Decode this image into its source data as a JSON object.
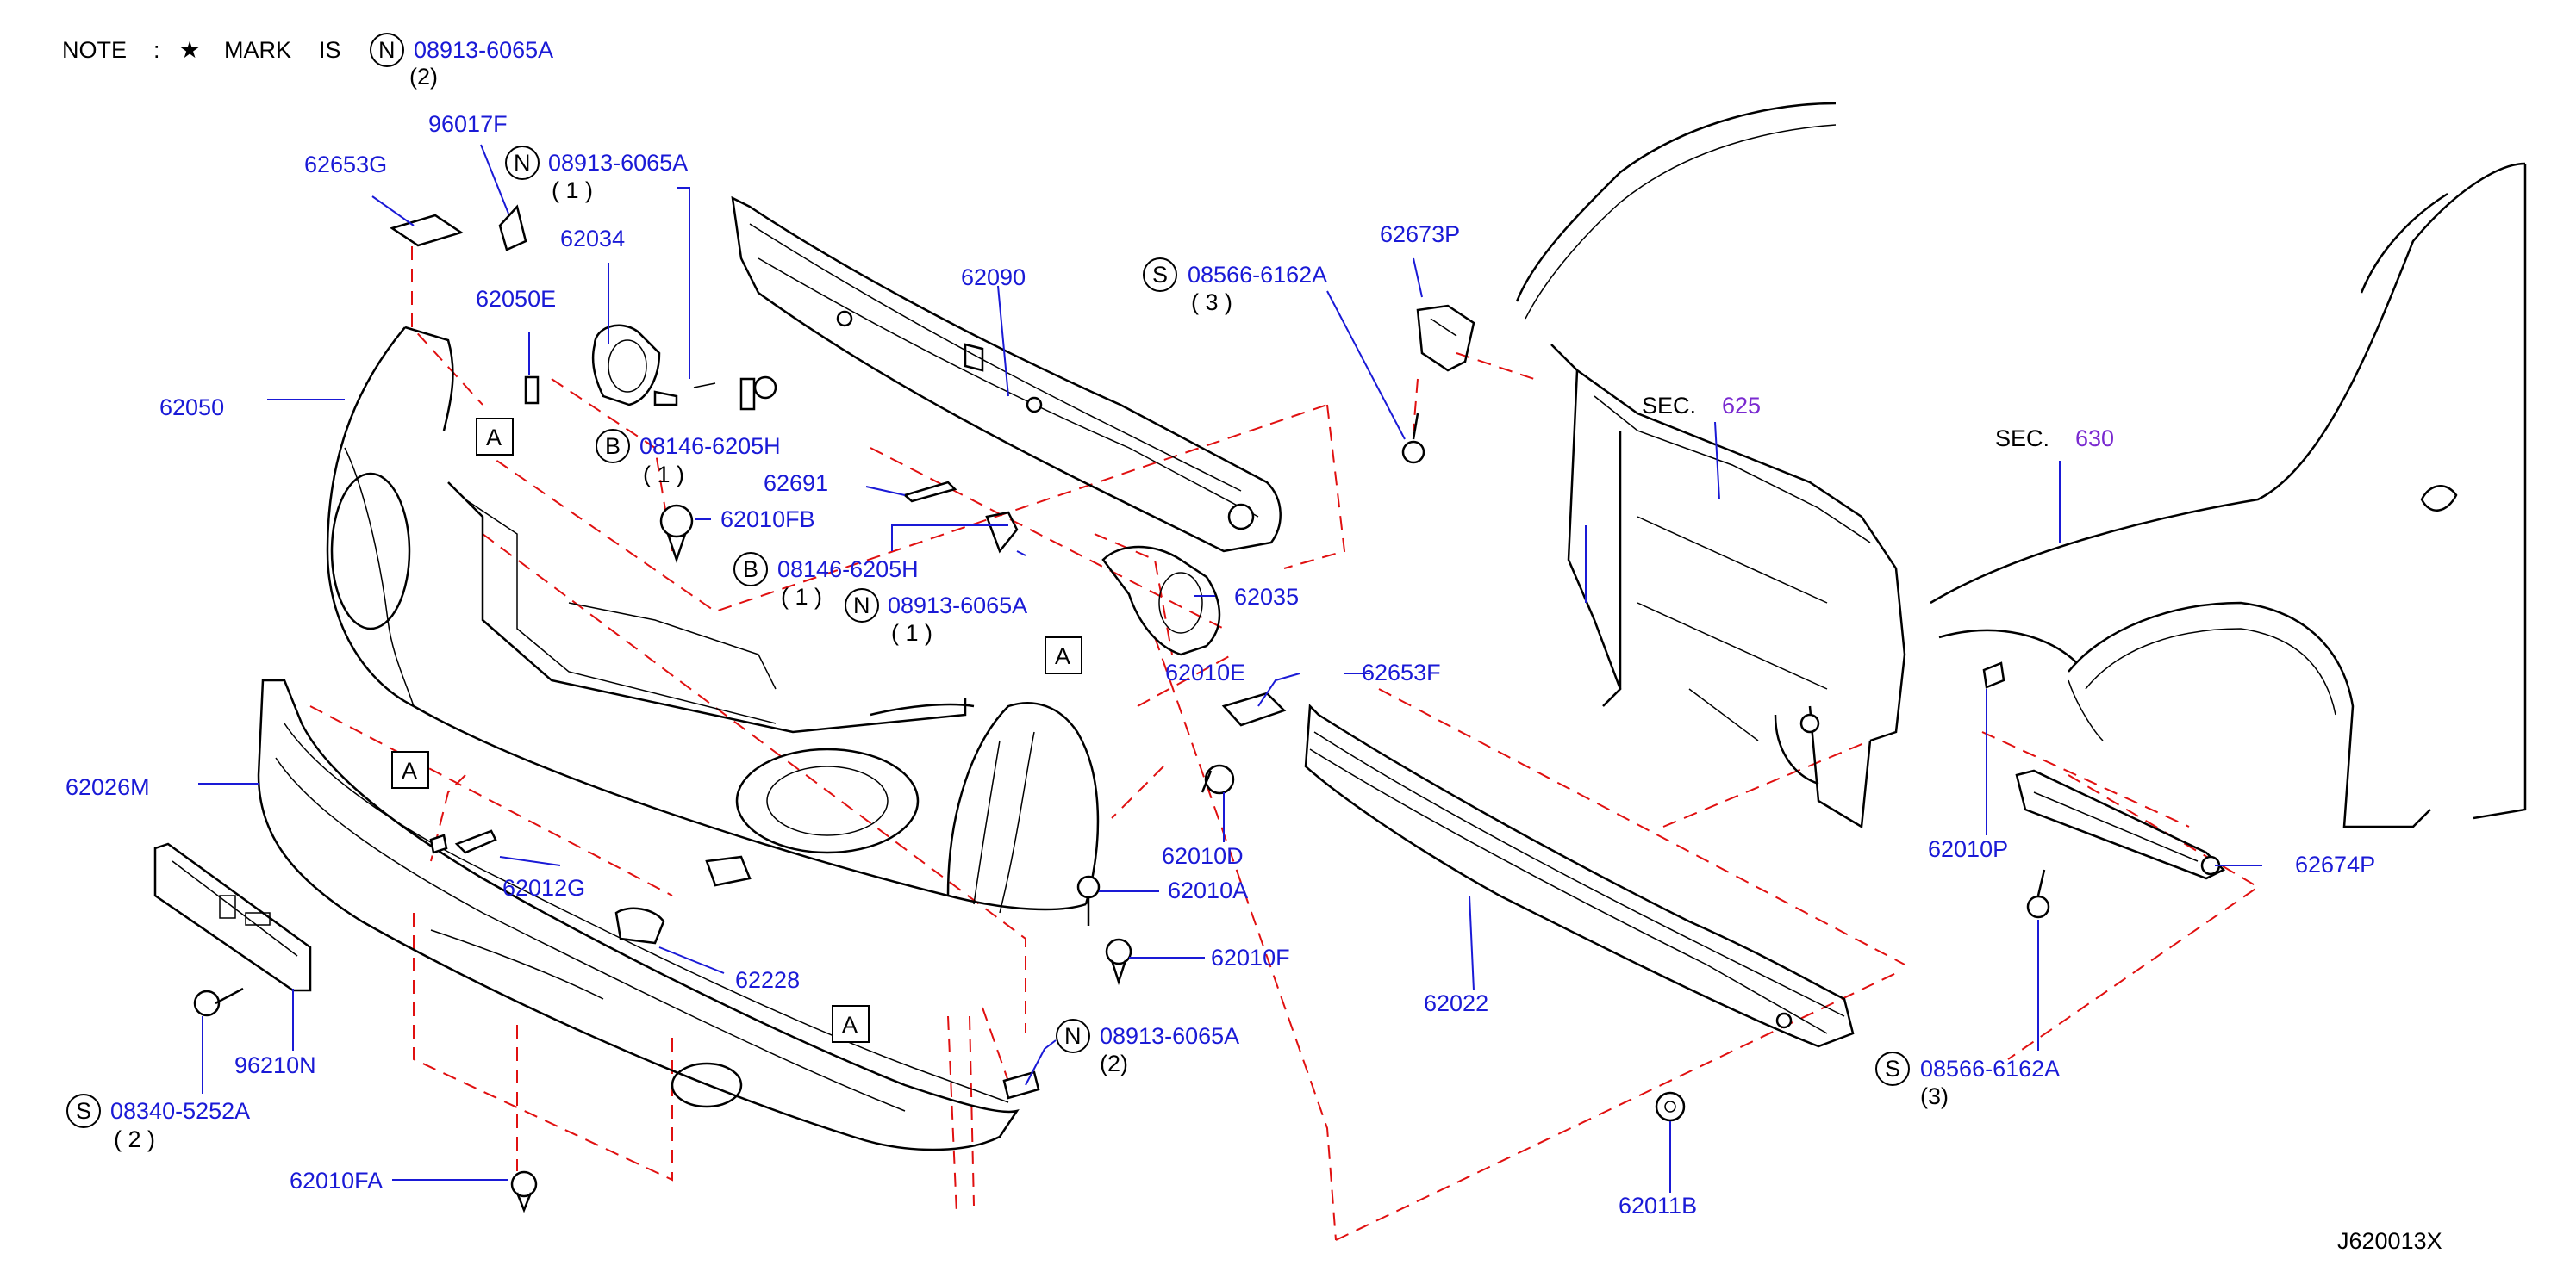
{
  "note": {
    "prefix": "NOTE",
    "colon": ":",
    "star": "★",
    "mark": "MARK",
    "is": "IS",
    "symbol": "N",
    "part": "08913-6065A",
    "qty": "(2)"
  },
  "diagram_id": "J620013X",
  "ref_marker": "A",
  "sections": [
    {
      "label": "SEC.",
      "num": "625"
    },
    {
      "label": "SEC.",
      "num": "630"
    }
  ],
  "labels": {
    "l62653G": "62653G",
    "l96017F": "96017F",
    "l62034": "62034",
    "l62050E": "62050E",
    "l62050": "62050",
    "l62090": "62090",
    "l62691": "62691",
    "l62010FB": "62010FB",
    "l62035": "62035",
    "l62010E": "62010E",
    "l62653F": "62653F",
    "l62673P": "62673P",
    "l62026M": "62026M",
    "l62012G": "62012G",
    "l62228": "62228",
    "l96210N": "96210N",
    "l62010FA": "62010FA",
    "l62010D": "62010D",
    "l62010A": "62010A",
    "l62010F": "62010F",
    "l62022": "62022",
    "l62011B": "62011B",
    "l62010P": "62010P",
    "l62674P": "62674P"
  },
  "callouts": {
    "n1": {
      "sym": "N",
      "part": "08913-6065A",
      "qty": "( 1 )"
    },
    "b1": {
      "sym": "B",
      "part": "08146-6205H",
      "qty": "( 1 )"
    },
    "b2": {
      "sym": "B",
      "part": "08146-6205H",
      "qty": "( 1 )"
    },
    "n2": {
      "sym": "N",
      "part": "08913-6065A",
      "qty": "( 1 )"
    },
    "s1": {
      "sym": "S",
      "part": "08566-6162A",
      "qty": "( 3 )"
    },
    "n3": {
      "sym": "N",
      "part": "08913-6065A",
      "qty": "(2)"
    },
    "s2": {
      "sym": "S",
      "part": "08340-5252A",
      "qty": "( 2 )"
    },
    "s3": {
      "sym": "S",
      "part": "08566-6162A",
      "qty": "(3)"
    }
  }
}
